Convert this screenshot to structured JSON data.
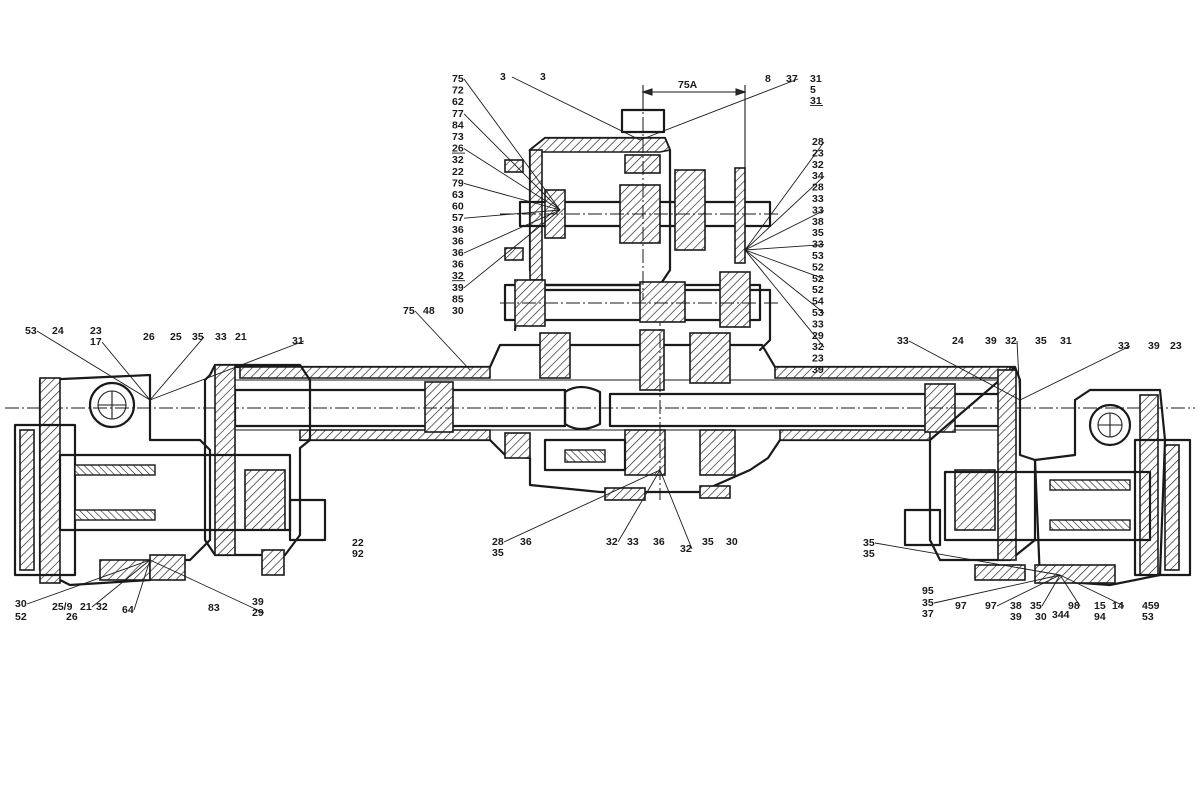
{
  "dimension": {
    "label": "75A"
  },
  "callouts": {
    "top_left": [
      "75",
      "72",
      "62",
      "77",
      "84",
      "73",
      "26",
      "32",
      "22",
      "79",
      "63",
      "60",
      "57",
      "36",
      "36",
      "36",
      "36",
      "32",
      "39",
      "85",
      "30"
    ],
    "top_mid": [
      "3",
      "3",
      "8",
      "37"
    ],
    "top_right_stack": [
      "31",
      "5",
      "31"
    ],
    "top_right": [
      "28",
      "23",
      "32",
      "34",
      "28",
      "33",
      "33",
      "38",
      "35",
      "33",
      "53",
      "52",
      "52",
      "52",
      "54",
      "53",
      "33",
      "29",
      "32",
      "23",
      "39"
    ],
    "housing_mid_left": [
      "75",
      "48"
    ],
    "left_hub": [
      "53",
      "24",
      "23",
      "17",
      "26",
      "25",
      "35",
      "33",
      "21",
      "31"
    ],
    "right_hub": [
      "33",
      "24",
      "39",
      "32",
      "35",
      "31",
      "33",
      "39",
      "23"
    ],
    "bottom_left": [
      "30",
      "52",
      "25/9",
      "21",
      "26",
      "32",
      "64",
      "83",
      "39",
      "29",
      "22",
      "92"
    ],
    "bottom_center": [
      "28",
      "35",
      "36",
      "32",
      "33",
      "36",
      "32",
      "35",
      "30"
    ],
    "bottom_right": [
      "35",
      "35",
      "95",
      "35",
      "37",
      "97",
      "97",
      "38",
      "39",
      "35",
      "30",
      "344",
      "98",
      "15",
      "94",
      "14",
      "459",
      "53"
    ]
  }
}
